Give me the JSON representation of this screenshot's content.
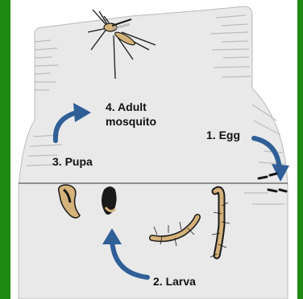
{
  "labels": {
    "egg": "1. Egg",
    "larva": "2. Larva",
    "pupa": "3. Pupa",
    "adult_line1": "4. Adult",
    "adult_line2": "mosquito"
  },
  "colors": {
    "frame": "#1e8a12",
    "jar": "#e9e9ea",
    "arrow": "#2f5f96",
    "insect_body": "#d4b27a",
    "insect_dark": "#1a1a1a"
  }
}
